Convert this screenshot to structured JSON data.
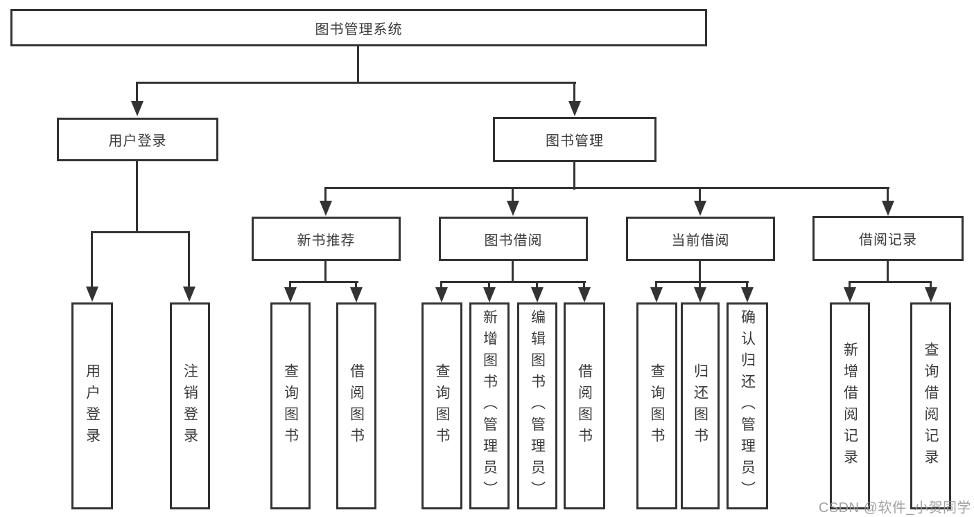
{
  "diagram_title": "图书管理系统",
  "colors": {
    "line": "#333333",
    "border": "#333333",
    "text": "#3a3a3a",
    "background": "#ffffff",
    "watermark": "#979797"
  },
  "tree": {
    "label": "图书管理系统",
    "children": [
      {
        "label": "用户登录",
        "children": [
          {
            "label": "用户登录"
          },
          {
            "label": "注销登录"
          }
        ]
      },
      {
        "label": "图书管理",
        "children": [
          {
            "label": "新书推荐",
            "children": [
              {
                "label": "查询图书"
              },
              {
                "label": "借阅图书"
              }
            ]
          },
          {
            "label": "图书借阅",
            "children": [
              {
                "label": "查询图书"
              },
              {
                "label": "新增图书（管理员）"
              },
              {
                "label": "编辑图书（管理员）"
              },
              {
                "label": "借阅图书"
              }
            ]
          },
          {
            "label": "当前借阅",
            "children": [
              {
                "label": "查询图书"
              },
              {
                "label": "归还图书"
              },
              {
                "label": "确认归还（管理员）"
              }
            ]
          },
          {
            "label": "借阅记录",
            "children": [
              {
                "label": "新增借阅记录"
              },
              {
                "label": "查询借阅记录"
              }
            ]
          }
        ]
      }
    ]
  },
  "watermark": {
    "text": "CSDN @软件_小贺同学"
  }
}
